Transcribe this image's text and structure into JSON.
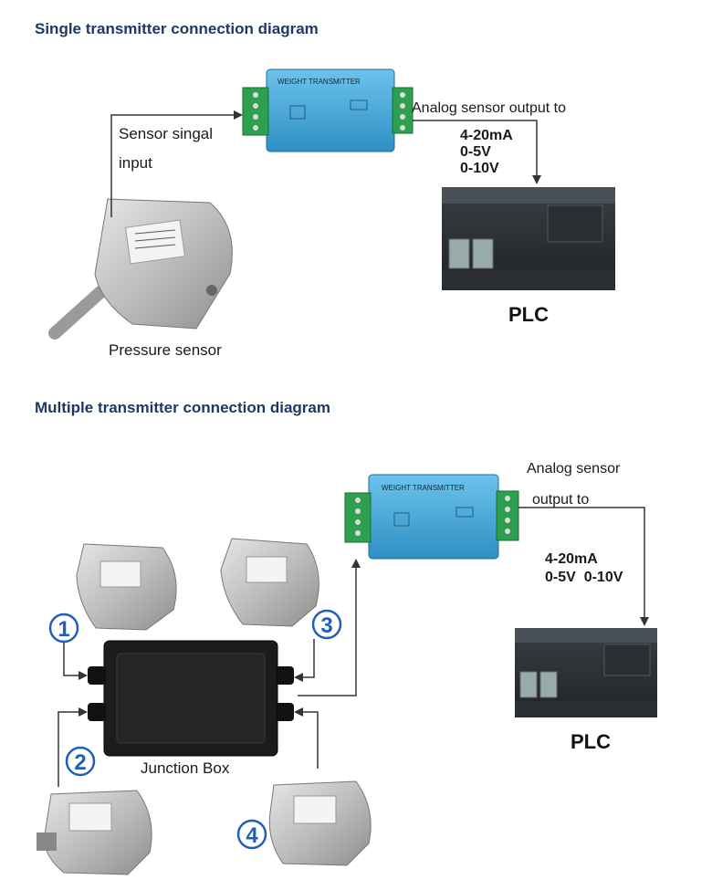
{
  "section1": {
    "title": "Single transmitter connection diagram",
    "transmitter_label": "WEIGHT TRANSMITTER",
    "sensor_input_label_line1": "Sensor singal",
    "sensor_input_label_line2": "input",
    "output_label": "Analog sensor output to",
    "output_options": [
      "4-20mA",
      "0-5V",
      "0-10V"
    ],
    "sensor_label": "Pressure sensor",
    "plc_label": "PLC"
  },
  "section2": {
    "title": "Multiple transmitter connection diagram",
    "transmitter_label": "WEIGHT TRANSMITTER",
    "output_label_line1": "Analog sensor",
    "output_label_line2": "output to",
    "output_line1": "4-20mA",
    "output_line2": "0-5V  0-10V",
    "junction_label": "Junction Box",
    "plc_label": "PLC",
    "sensor_numbers": [
      "1",
      "2",
      "3",
      "4"
    ]
  },
  "colors": {
    "heading": "#1f3864",
    "transmitter": "#4aa6d6",
    "terminal": "#2e9e4f",
    "arrow": "#333333",
    "badge": "#1f5fbf"
  },
  "icons": [
    "load-cell-sensor-icon",
    "plc-module-icon",
    "junction-box-icon",
    "weight-transmitter-icon"
  ]
}
